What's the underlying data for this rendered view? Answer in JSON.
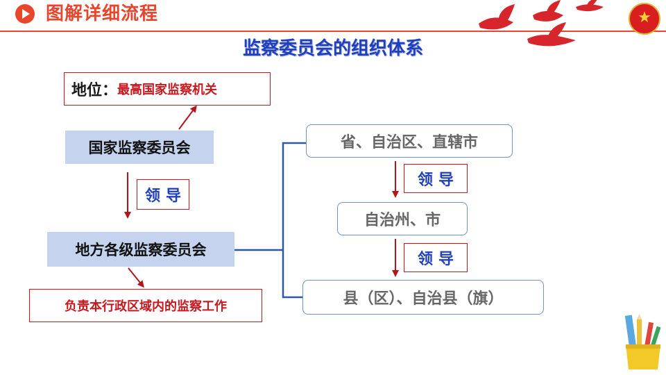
{
  "header": {
    "title": "图解详细流程"
  },
  "main_title": "监察委员会的组织体系",
  "status": {
    "label": "地位：",
    "value": "最高国家监察机关"
  },
  "national_committee": "国家监察委员会",
  "local_committee": "地方各级监察委员会",
  "lead_label": "领导",
  "duty": "负责本行政区域内的监察工作",
  "levels": {
    "province": "省、自治区、直辖市",
    "prefecture": "自治州、市",
    "county": "县（区）、自治县（旗）"
  },
  "colors": {
    "accent_red": "#e8452c",
    "dark_red": "#c8181e",
    "title_blue": "#1f3fbf",
    "line_blue": "#2c58a6",
    "box_fill_blue": "#c6d3ee"
  },
  "icons": [
    "play-icon",
    "dove-icon",
    "national-emblem-icon",
    "pencil-cup-icon"
  ]
}
